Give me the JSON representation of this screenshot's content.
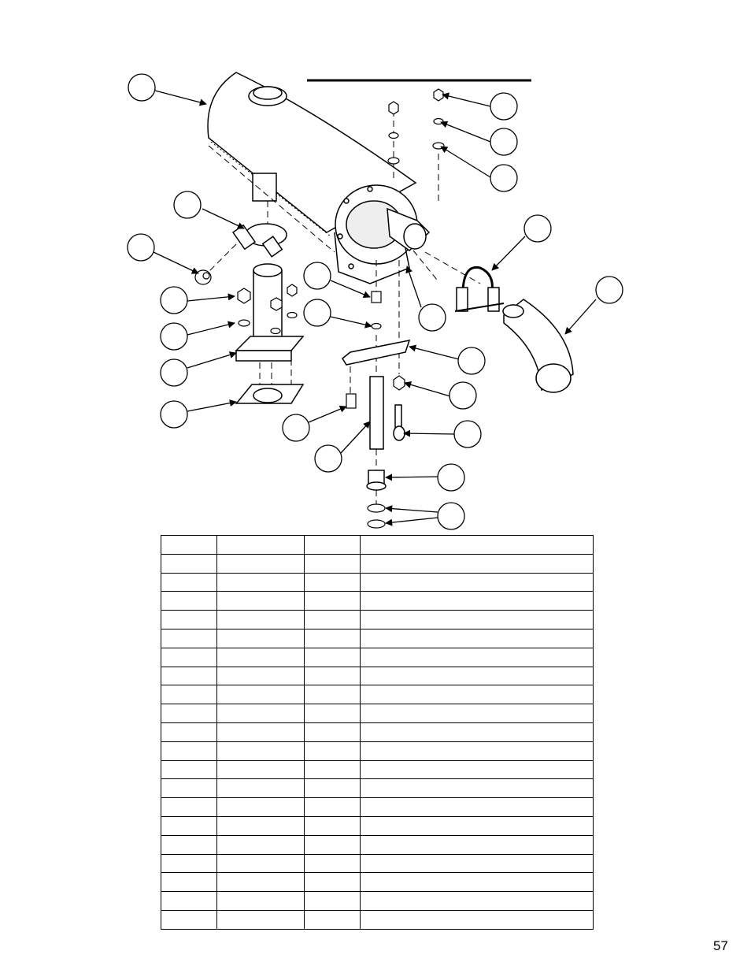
{
  "page": {
    "number": "57"
  },
  "diagram": {
    "title": "",
    "callout_count": 22,
    "callouts": [
      "",
      "",
      "",
      "",
      "",
      "",
      "",
      "",
      "",
      "",
      "",
      "",
      "",
      "",
      "",
      "",
      "",
      "",
      "",
      "",
      "",
      ""
    ]
  },
  "parts_table": {
    "columns": 4,
    "rows": [
      [
        "",
        "",
        "",
        ""
      ],
      [
        "",
        "",
        "",
        ""
      ],
      [
        "",
        "",
        "",
        ""
      ],
      [
        "",
        "",
        "",
        ""
      ],
      [
        "",
        "",
        "",
        ""
      ],
      [
        "",
        "",
        "",
        ""
      ],
      [
        "",
        "",
        "",
        ""
      ],
      [
        "",
        "",
        "",
        ""
      ],
      [
        "",
        "",
        "",
        ""
      ],
      [
        "",
        "",
        "",
        ""
      ],
      [
        "",
        "",
        "",
        ""
      ],
      [
        "",
        "",
        "",
        ""
      ],
      [
        "",
        "",
        "",
        ""
      ],
      [
        "",
        "",
        "",
        ""
      ],
      [
        "",
        "",
        "",
        ""
      ],
      [
        "",
        "",
        "",
        ""
      ],
      [
        "",
        "",
        "",
        ""
      ],
      [
        "",
        "",
        "",
        ""
      ],
      [
        "",
        "",
        "",
        ""
      ],
      [
        "",
        "",
        "",
        ""
      ],
      [
        "",
        "",
        "",
        ""
      ]
    ]
  }
}
